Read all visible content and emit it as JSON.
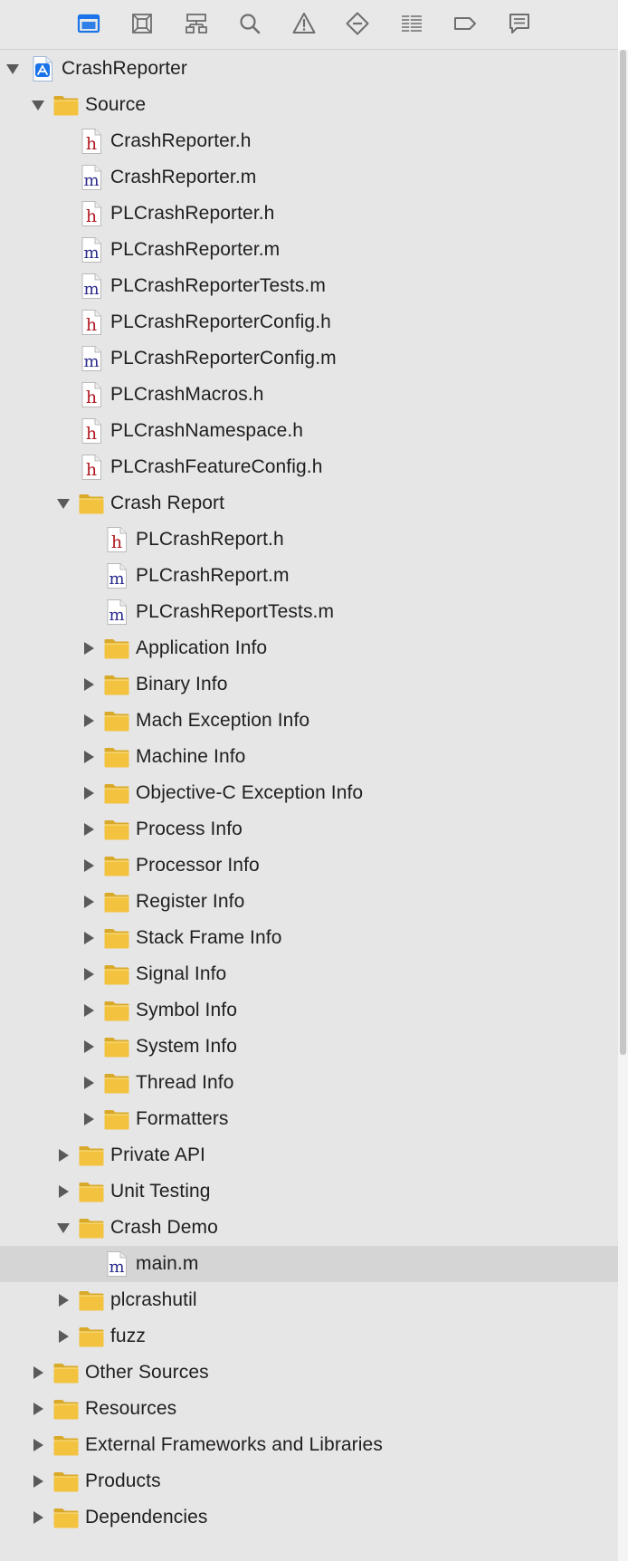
{
  "toolbar": {
    "icons": [
      {
        "name": "project-navigator-icon",
        "active": true
      },
      {
        "name": "source-control-icon",
        "active": false
      },
      {
        "name": "symbol-hierarchy-icon",
        "active": false
      },
      {
        "name": "find-icon",
        "active": false
      },
      {
        "name": "issue-warning-icon",
        "active": false
      },
      {
        "name": "test-diamond-icon",
        "active": false
      },
      {
        "name": "debug-lines-icon",
        "active": false
      },
      {
        "name": "breakpoint-tag-icon",
        "active": false
      },
      {
        "name": "report-bubble-icon",
        "active": false
      }
    ]
  },
  "colors": {
    "accent": "#1a73e8",
    "folder": "#f3c33f",
    "h_letter": "#b11a22",
    "m_letter": "#2a2a8c",
    "selected_row": "#d5d5d5"
  },
  "tree": [
    {
      "label": "CrashReporter",
      "type": "project",
      "depth": 0,
      "disclosure": "open"
    },
    {
      "label": "Source",
      "type": "folder",
      "depth": 1,
      "disclosure": "open"
    },
    {
      "label": "CrashReporter.h",
      "type": "h",
      "depth": 2
    },
    {
      "label": "CrashReporter.m",
      "type": "m",
      "depth": 2
    },
    {
      "label": "PLCrashReporter.h",
      "type": "h",
      "depth": 2
    },
    {
      "label": "PLCrashReporter.m",
      "type": "m",
      "depth": 2
    },
    {
      "label": "PLCrashReporterTests.m",
      "type": "m",
      "depth": 2
    },
    {
      "label": "PLCrashReporterConfig.h",
      "type": "h",
      "depth": 2
    },
    {
      "label": "PLCrashReporterConfig.m",
      "type": "m",
      "depth": 2
    },
    {
      "label": "PLCrashMacros.h",
      "type": "h",
      "depth": 2
    },
    {
      "label": "PLCrashNamespace.h",
      "type": "h",
      "depth": 2
    },
    {
      "label": "PLCrashFeatureConfig.h",
      "type": "h",
      "depth": 2
    },
    {
      "label": "Crash Report",
      "type": "folder",
      "depth": 2,
      "disclosure": "open"
    },
    {
      "label": "PLCrashReport.h",
      "type": "h",
      "depth": 3
    },
    {
      "label": "PLCrashReport.m",
      "type": "m",
      "depth": 3
    },
    {
      "label": "PLCrashReportTests.m",
      "type": "m",
      "depth": 3
    },
    {
      "label": "Application Info",
      "type": "folder",
      "depth": 3,
      "disclosure": "closed"
    },
    {
      "label": "Binary Info",
      "type": "folder",
      "depth": 3,
      "disclosure": "closed"
    },
    {
      "label": "Mach Exception Info",
      "type": "folder",
      "depth": 3,
      "disclosure": "closed"
    },
    {
      "label": "Machine Info",
      "type": "folder",
      "depth": 3,
      "disclosure": "closed"
    },
    {
      "label": "Objective-C Exception Info",
      "type": "folder",
      "depth": 3,
      "disclosure": "closed"
    },
    {
      "label": "Process Info",
      "type": "folder",
      "depth": 3,
      "disclosure": "closed"
    },
    {
      "label": "Processor Info",
      "type": "folder",
      "depth": 3,
      "disclosure": "closed"
    },
    {
      "label": "Register Info",
      "type": "folder",
      "depth": 3,
      "disclosure": "closed"
    },
    {
      "label": "Stack Frame Info",
      "type": "folder",
      "depth": 3,
      "disclosure": "closed"
    },
    {
      "label": "Signal Info",
      "type": "folder",
      "depth": 3,
      "disclosure": "closed"
    },
    {
      "label": "Symbol Info",
      "type": "folder",
      "depth": 3,
      "disclosure": "closed"
    },
    {
      "label": "System Info",
      "type": "folder",
      "depth": 3,
      "disclosure": "closed"
    },
    {
      "label": "Thread Info",
      "type": "folder",
      "depth": 3,
      "disclosure": "closed"
    },
    {
      "label": "Formatters",
      "type": "folder",
      "depth": 3,
      "disclosure": "closed"
    },
    {
      "label": "Private API",
      "type": "folder",
      "depth": 2,
      "disclosure": "closed"
    },
    {
      "label": "Unit Testing",
      "type": "folder",
      "depth": 2,
      "disclosure": "closed"
    },
    {
      "label": "Crash Demo",
      "type": "folder",
      "depth": 2,
      "disclosure": "open"
    },
    {
      "label": "main.m",
      "type": "m",
      "depth": 3,
      "selected": true
    },
    {
      "label": "plcrashutil",
      "type": "folder",
      "depth": 2,
      "disclosure": "closed"
    },
    {
      "label": "fuzz",
      "type": "folder",
      "depth": 2,
      "disclosure": "closed"
    },
    {
      "label": "Other Sources",
      "type": "folder",
      "depth": 1,
      "disclosure": "closed"
    },
    {
      "label": "Resources",
      "type": "folder",
      "depth": 1,
      "disclosure": "closed"
    },
    {
      "label": "External Frameworks and Libraries",
      "type": "folder",
      "depth": 1,
      "disclosure": "closed"
    },
    {
      "label": "Products",
      "type": "folder",
      "depth": 1,
      "disclosure": "closed"
    },
    {
      "label": "Dependencies",
      "type": "folder",
      "depth": 1,
      "disclosure": "closed"
    }
  ]
}
